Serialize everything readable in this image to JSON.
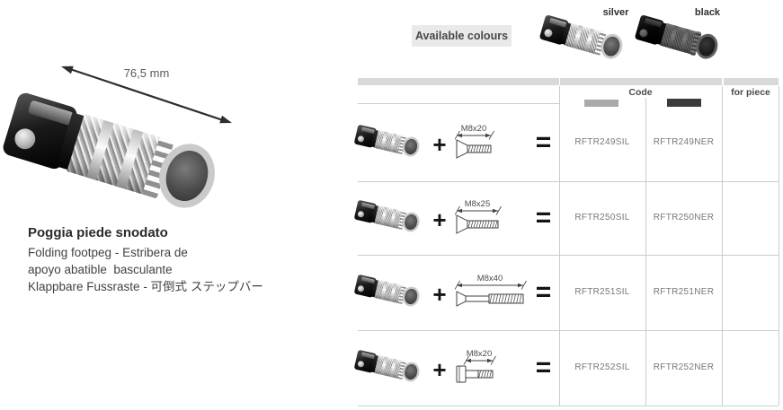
{
  "product": {
    "dimension_label": "76,5 mm",
    "title": "Poggia piede snodato",
    "description_lines": [
      "Folding footpeg - Estribera de",
      "apoyo abatible  basculante",
      "Klappbare Fussraste - 可倒式 ステップバー"
    ]
  },
  "colours": {
    "label": "Available colours",
    "options": [
      {
        "name": "silver",
        "swatch": "#a9aaac"
      },
      {
        "name": "black",
        "swatch": "#3a3b3d"
      }
    ]
  },
  "table": {
    "headers": {
      "code": "Code",
      "piece": "for piece"
    },
    "operators": {
      "plus": "+",
      "equals": "="
    },
    "rows": [
      {
        "bolt_label": "M8x20",
        "bolt_type": "countersunk",
        "codes": {
          "silver": "RFTR249SIL",
          "black": "RFTR249NER"
        }
      },
      {
        "bolt_label": "M8x25",
        "bolt_type": "countersunk",
        "codes": {
          "silver": "RFTR250SIL",
          "black": "RFTR250NER"
        }
      },
      {
        "bolt_label": "M8x40",
        "bolt_type": "countersunk-long",
        "codes": {
          "silver": "RFTR251SIL",
          "black": "RFTR251NER"
        }
      },
      {
        "bolt_label": "M8x20",
        "bolt_type": "socket-cap",
        "codes": {
          "silver": "RFTR252SIL",
          "black": "RFTR252NER"
        }
      }
    ]
  }
}
